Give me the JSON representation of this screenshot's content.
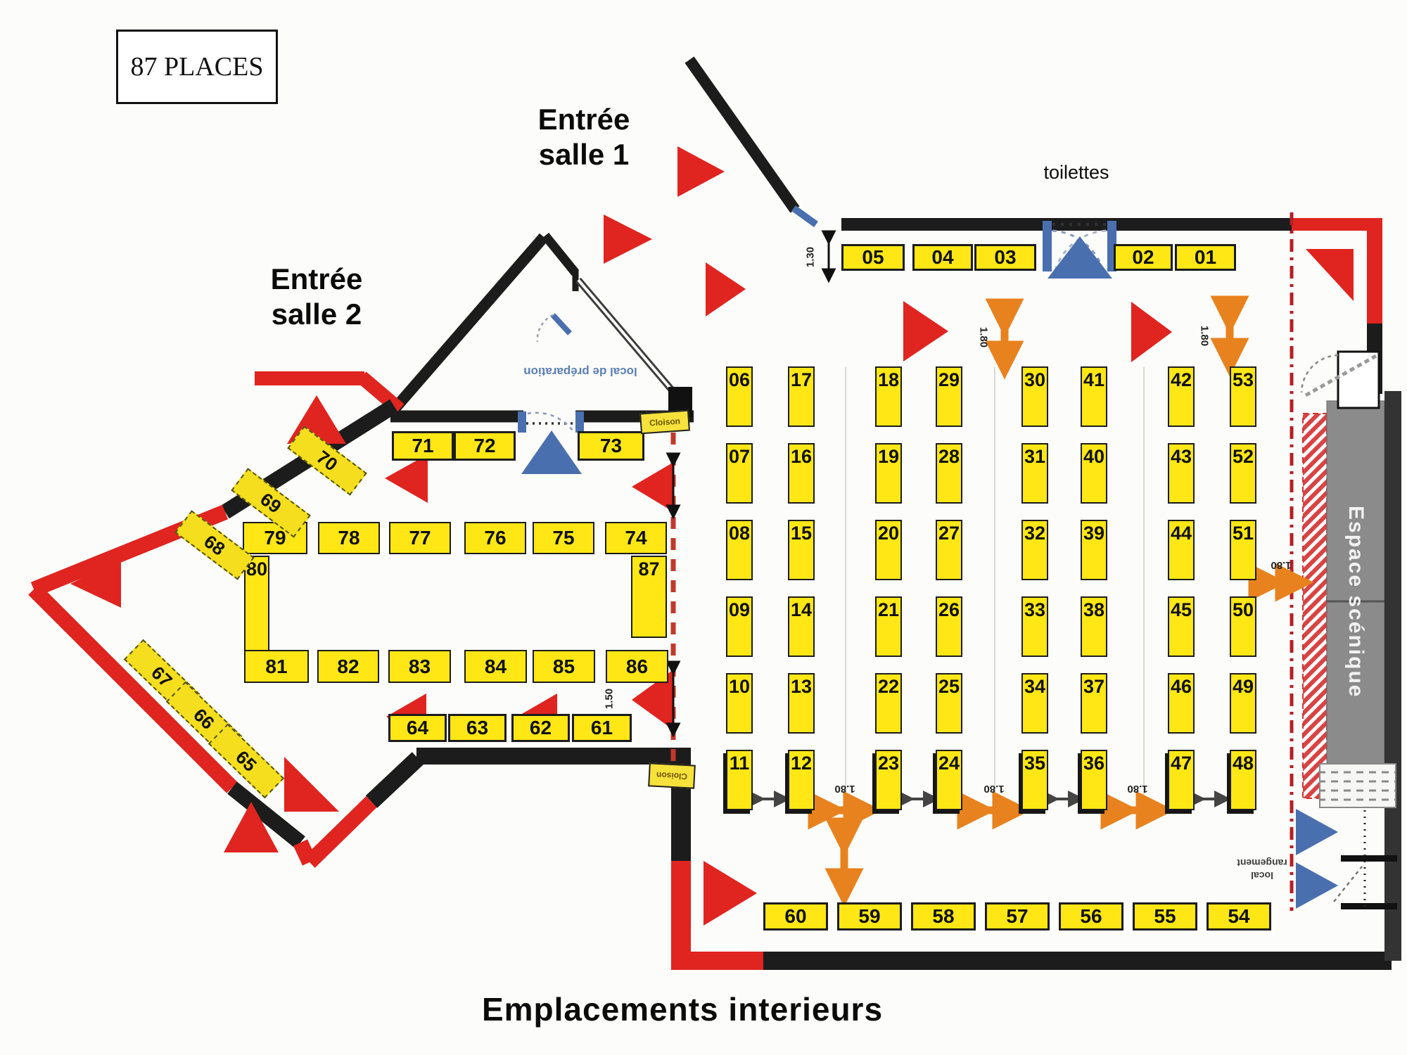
{
  "capacity_box": {
    "label": "87 PLACES"
  },
  "titles": {
    "bottom": "Emplacements interieurs"
  },
  "entrances": {
    "salle1": [
      "Entrée",
      "salle 1"
    ],
    "salle2": [
      "Entrée",
      "salle 2"
    ]
  },
  "rooms": {
    "toilettes": "toilettes",
    "espace_scenique": "Espace scénique",
    "local_preparation": "local de préparation",
    "local_rangement": [
      "local",
      "rangement"
    ],
    "cloison": "Cloison"
  },
  "dimensions": {
    "d130": "1.30",
    "d150": "1.50",
    "d180": "1.80"
  },
  "stands": {
    "row_top_left": [
      "05",
      "04",
      "03"
    ],
    "row_top_right": [
      "02",
      "01"
    ],
    "grid_columns": [
      [
        "06",
        "07",
        "08",
        "09",
        "10",
        "11"
      ],
      [
        "17",
        "16",
        "15",
        "14",
        "13",
        "12"
      ],
      [
        "18",
        "19",
        "20",
        "21",
        "22",
        "23"
      ],
      [
        "29",
        "28",
        "27",
        "26",
        "25",
        "24"
      ],
      [
        "30",
        "31",
        "32",
        "33",
        "34",
        "35"
      ],
      [
        "41",
        "40",
        "39",
        "38",
        "37",
        "36"
      ],
      [
        "42",
        "43",
        "44",
        "45",
        "46",
        "47"
      ],
      [
        "53",
        "52",
        "51",
        "50",
        "49",
        "48"
      ]
    ],
    "row_bottom": [
      "60",
      "59",
      "58",
      "57",
      "56",
      "55",
      "54"
    ],
    "row_61_64": [
      "64",
      "63",
      "62",
      "61"
    ],
    "row_71_73": [
      "71",
      "72",
      "73"
    ],
    "row_74_79": [
      "79",
      "78",
      "77",
      "76",
      "75",
      "74"
    ],
    "row_81_86": [
      "81",
      "82",
      "83",
      "84",
      "85",
      "86"
    ],
    "stand_80": "80",
    "stand_87": "87",
    "diag_nw": [
      "70",
      "69",
      "68"
    ],
    "diag_sw": [
      "67",
      "66",
      "65"
    ]
  },
  "colors": {
    "yellow": "#ffe715",
    "red": "#e02420",
    "blue": "#4a6fae",
    "orange": "#e8821e",
    "wall": "#1c1c1c",
    "gray_stage": "#8b8b8b"
  }
}
